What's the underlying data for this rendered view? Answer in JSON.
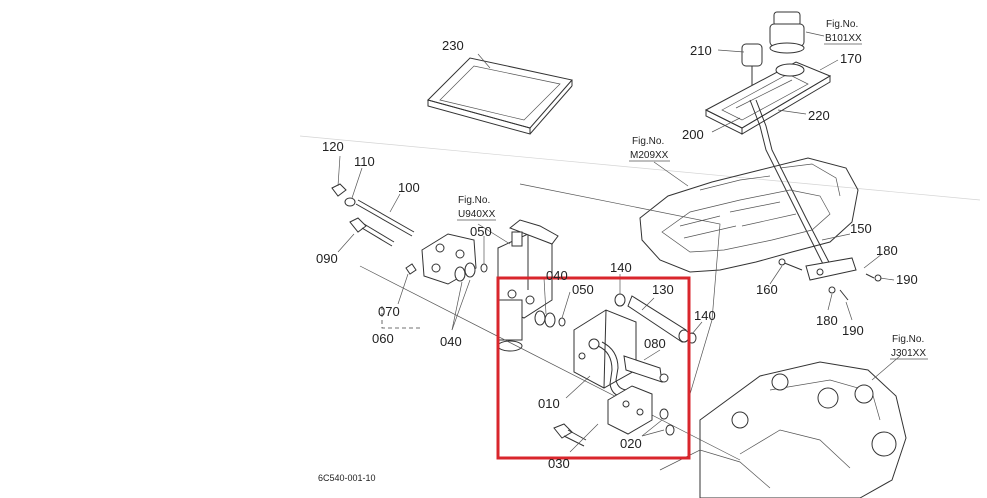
{
  "callouts": [
    {
      "id": "p230",
      "text": "230"
    },
    {
      "id": "p210",
      "text": "210"
    },
    {
      "id": "p170",
      "text": "170"
    },
    {
      "id": "p220",
      "text": "220"
    },
    {
      "id": "p200",
      "text": "200"
    },
    {
      "id": "p120",
      "text": "120"
    },
    {
      "id": "p110",
      "text": "110"
    },
    {
      "id": "p100",
      "text": "100"
    },
    {
      "id": "p090",
      "text": "090"
    },
    {
      "id": "p050a",
      "text": "050"
    },
    {
      "id": "p040a",
      "text": "040"
    },
    {
      "id": "p050b",
      "text": "050"
    },
    {
      "id": "p040b",
      "text": "040"
    },
    {
      "id": "p070",
      "text": "070"
    },
    {
      "id": "p060",
      "text": "060"
    },
    {
      "id": "p140a",
      "text": "140"
    },
    {
      "id": "p130",
      "text": "130"
    },
    {
      "id": "p140b",
      "text": "140"
    },
    {
      "id": "p080",
      "text": "080"
    },
    {
      "id": "p010",
      "text": "010"
    },
    {
      "id": "p020",
      "text": "020"
    },
    {
      "id": "p030",
      "text": "030"
    },
    {
      "id": "p150",
      "text": "150"
    },
    {
      "id": "p180a",
      "text": "180"
    },
    {
      "id": "p190a",
      "text": "190"
    },
    {
      "id": "p160",
      "text": "160"
    },
    {
      "id": "p180b",
      "text": "180"
    },
    {
      "id": "p190b",
      "text": "190"
    }
  ],
  "figure_refs": [
    {
      "id": "B101XX",
      "label": "Fig.No.",
      "code": "B101XX"
    },
    {
      "id": "M209XX",
      "label": "Fig.No.",
      "code": "M209XX"
    },
    {
      "id": "U940XX",
      "label": "Fig.No.",
      "code": "U940XX"
    },
    {
      "id": "J301XX",
      "label": "Fig.No.",
      "code": "J301XX"
    }
  ],
  "drawing_code": "6C540-001-10",
  "highlight_color": "#d9262c"
}
